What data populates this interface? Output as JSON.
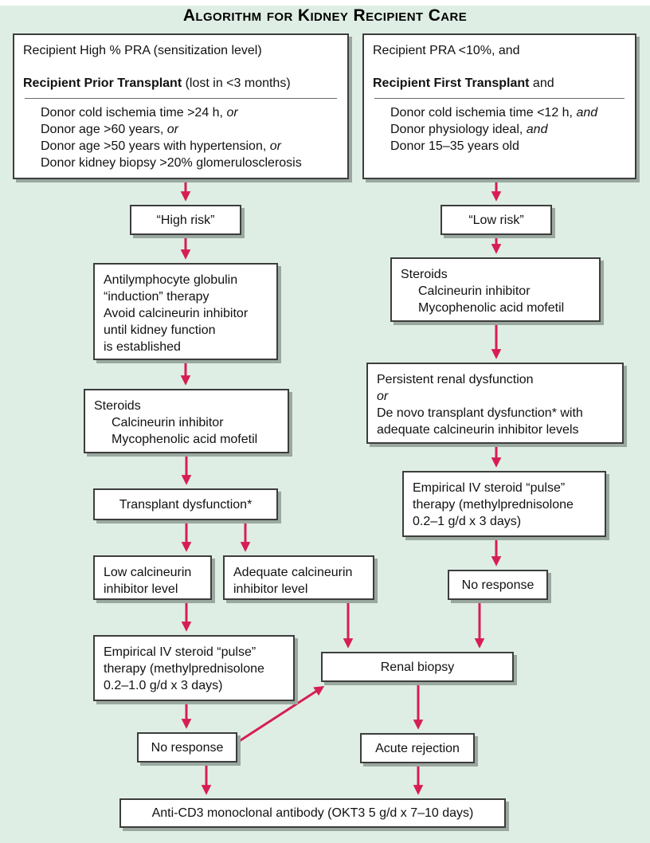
{
  "title": "Algorithm for Kidney Recipient Care",
  "colors": {
    "background": "#dfeee5",
    "arrow": "#d61e52",
    "box_border": "#3d3d3d",
    "box_fill": "#ffffff",
    "box_shadow": "#9aa8a0"
  },
  "nodes": {
    "high_criteria": {
      "line1": "Recipient High % PRA (sensitization level)",
      "line2_bold": "Recipient Prior Transplant",
      "line2_rest": " (lost in <3 months)",
      "items": [
        {
          "text": "Donor cold ischemia time >24 h, ",
          "conj": "or"
        },
        {
          "text": "Donor age >60 years, ",
          "conj": "or"
        },
        {
          "text": "Donor age >50 years with hypertension, ",
          "conj": "or"
        },
        {
          "text": "Donor kidney biopsy >20% glomerulosclerosis",
          "conj": ""
        }
      ]
    },
    "low_criteria": {
      "line1": "Recipient PRA <10%, and",
      "line2_bold": "Recipient First Transplant",
      "line2_rest": " and",
      "items": [
        {
          "text": "Donor cold ischemia time <12 h, ",
          "conj": "and"
        },
        {
          "text": "Donor physiology ideal, ",
          "conj": "and"
        },
        {
          "text": "Donor 15–35 years old",
          "conj": ""
        }
      ]
    },
    "high_risk": {
      "label": "“High risk”"
    },
    "low_risk": {
      "label": "“Low risk”"
    },
    "induction": {
      "lines": [
        "Antilymphocyte globulin",
        "“induction” therapy",
        "Avoid calcineurin inhibitor",
        "until kidney function",
        "is established"
      ]
    },
    "steroids_right": {
      "lines": [
        "Steroids",
        "Calcineurin inhibitor",
        "Mycophenolic acid mofetil"
      ]
    },
    "steroids_left": {
      "lines": [
        "Steroids",
        "Calcineurin inhibitor",
        "Mycophenolic acid mofetil"
      ]
    },
    "persistent": {
      "line1": "Persistent renal dysfunction",
      "conj": "or",
      "line3": "De novo transplant dysfunction* with",
      "line4": "adequate calcineurin inhibitor levels"
    },
    "transplant_dysfunction": {
      "label": "Transplant dysfunction*"
    },
    "pulse_right": {
      "lines": [
        "Empirical IV steroid “pulse”",
        "therapy (methylprednisolone",
        "0.2–1 g/d x 3 days)"
      ]
    },
    "low_cni": {
      "lines": [
        "Low calcineurin",
        "inhibitor level"
      ]
    },
    "adequate_cni": {
      "lines": [
        "Adequate calcineurin",
        "inhibitor level"
      ]
    },
    "no_response_right": {
      "label": "No response"
    },
    "pulse_left": {
      "lines": [
        "Empirical IV steroid “pulse”",
        "therapy (methylprednisolone",
        "0.2–1.0 g/d x 3 days)"
      ]
    },
    "renal_biopsy": {
      "label": "Renal biopsy"
    },
    "no_response_left": {
      "label": "No response"
    },
    "acute_rejection": {
      "label": "Acute rejection"
    },
    "okt3": {
      "label": "Anti-CD3 monoclonal antibody (OKT3 5 g/d x 7–10 days)"
    }
  }
}
